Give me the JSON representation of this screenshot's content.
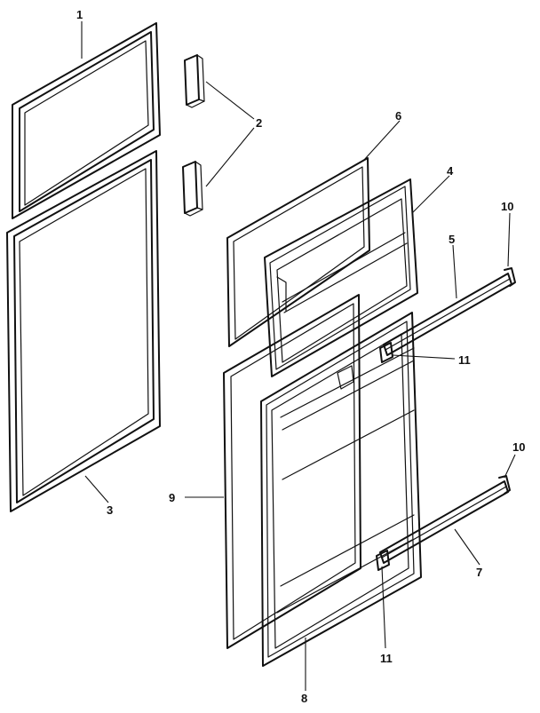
{
  "callouts": {
    "c1": "1",
    "c2": "2",
    "c3": "3",
    "c4": "4",
    "c5": "5",
    "c6": "6",
    "c7": "7",
    "c8": "8",
    "c9": "9",
    "c10_top": "10",
    "c10_bottom": "10",
    "c11_top": "11",
    "c11_bottom": "11"
  },
  "colors": {
    "ink": "#111111",
    "paper": "#ffffff"
  }
}
